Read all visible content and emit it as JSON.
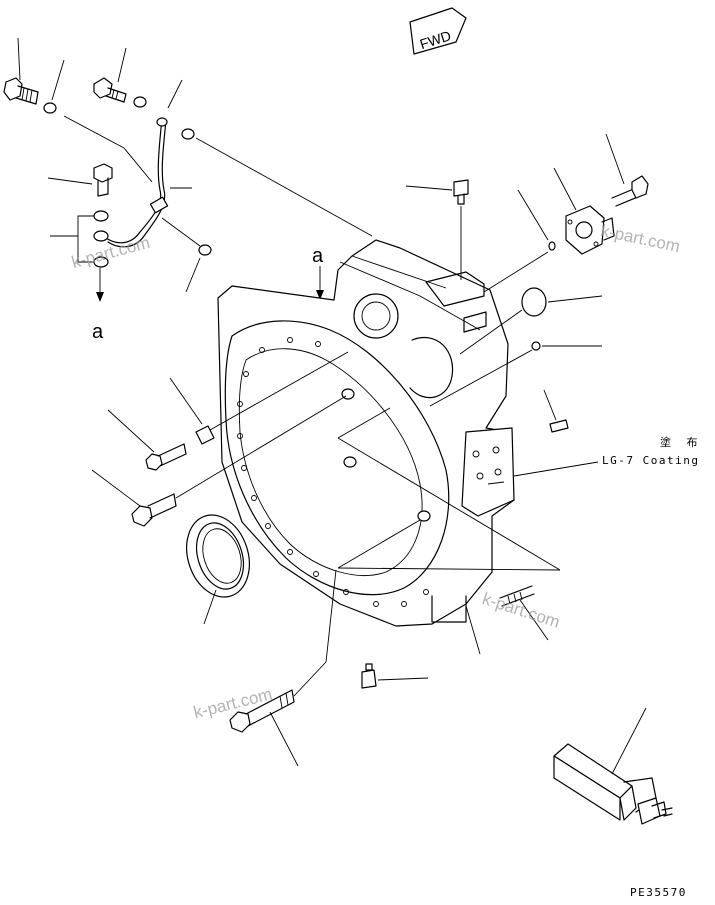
{
  "fwd_arrow": {
    "text": "FWD"
  },
  "ref_labels": {
    "left": "a",
    "top": "a"
  },
  "coating": {
    "cjk": "塗 布",
    "text": "LG-7 Coating"
  },
  "drawing_number": "PE35570",
  "watermarks": [
    "k-part.com",
    "k-part.com",
    "k-part.com",
    "k-part.com"
  ]
}
